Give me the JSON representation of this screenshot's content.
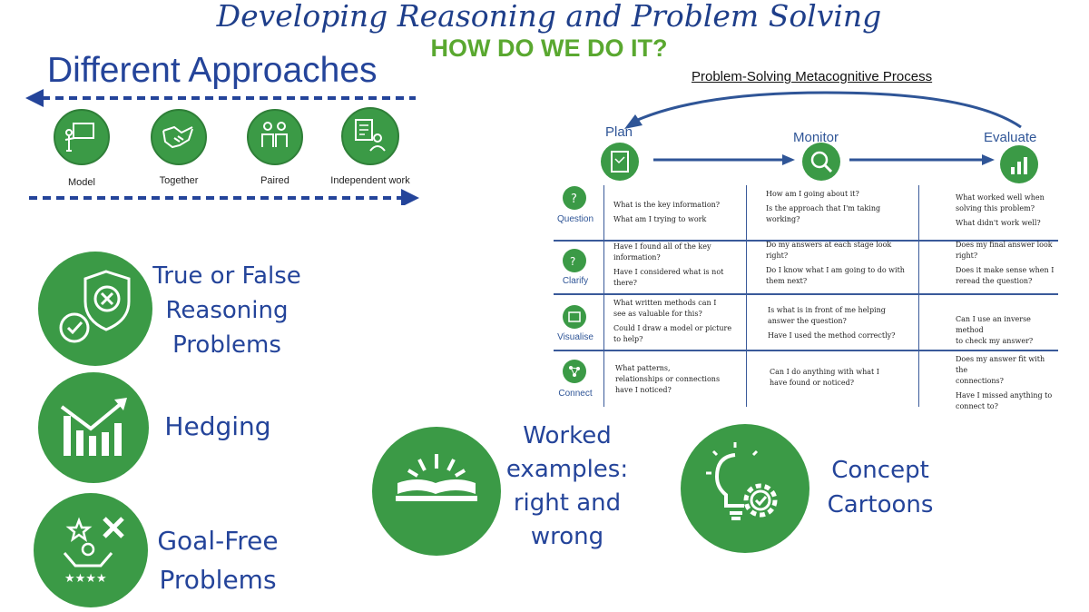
{
  "header": {
    "title": "Developing Reasoning and Problem Solving",
    "subtitle": "HOW DO WE DO IT?"
  },
  "approaches": {
    "title": "Different Approaches",
    "items": [
      {
        "label": "Model",
        "icon": "teacher-board-icon"
      },
      {
        "label": "Together",
        "icon": "handshake-icon"
      },
      {
        "label": "Paired",
        "icon": "pair-people-icon"
      },
      {
        "label": "Independent work",
        "icon": "person-document-icon"
      }
    ]
  },
  "strategies": {
    "true_false": "True or False Reasoning Problems",
    "hedging": "Hedging",
    "goal_free": "Goal-Free Problems",
    "worked_examples": "Worked examples: right and wrong",
    "concept_cartoons": "Concept Cartoons"
  },
  "metacognitive": {
    "title": "Problem-Solving Metacognitive Process",
    "stages": [
      "Plan",
      "Monitor",
      "Evaluate"
    ],
    "rows": [
      {
        "label": "Question",
        "plan": [
          "What is the key information?",
          "What am I trying to work"
        ],
        "monitor": [
          "How am I going about it?",
          "Is the approach that I'm taking",
          "working?"
        ],
        "evaluate": [
          "What worked well when",
          "solving this problem?",
          "What didn't work well?"
        ]
      },
      {
        "label": "Clarify",
        "plan": [
          "Have I found all of the key",
          "information?",
          "Have I considered what is not",
          "there?"
        ],
        "monitor": [
          "Do my answers at each stage look",
          "right?",
          "Do I know what I am going to do with",
          "them next?"
        ],
        "evaluate": [
          "Does my final answer look",
          "right?",
          "Does it make sense when I",
          "reread the question?"
        ]
      },
      {
        "label": "Visualise",
        "plan": [
          "What written methods can I",
          "see as valuable for this?",
          "Could I draw a model or picture",
          "to help?"
        ],
        "monitor": [
          "Is what is in front of me helping",
          "answer the question?",
          "Have I used the method correctly?"
        ],
        "evaluate": [
          "Can I use an inverse method",
          "to check my answer?"
        ]
      },
      {
        "label": "Connect",
        "plan": [
          "What patterns,",
          "relationships or connections",
          "have I noticed?"
        ],
        "monitor": [
          "Can I do anything with what I",
          "have found or noticed?"
        ],
        "evaluate": [
          "Does my answer fit with the",
          "connections?",
          "Have I missed anything to",
          "connect to?"
        ]
      }
    ]
  },
  "colors": {
    "green": "#3b9a46",
    "navy": "#24449a",
    "lime": "#5aa830"
  }
}
